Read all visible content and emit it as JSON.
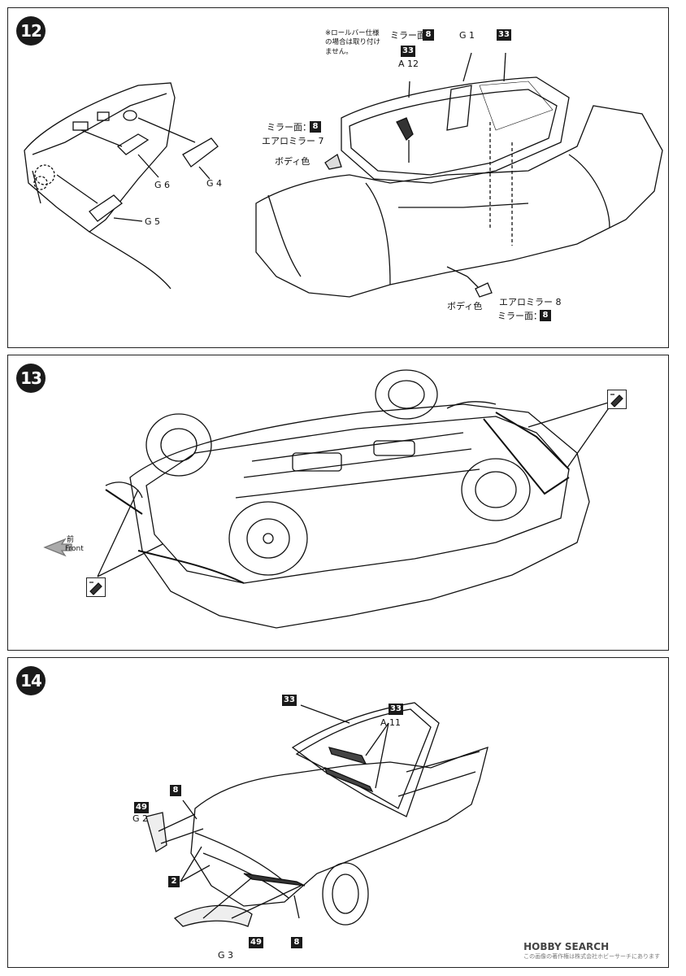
{
  "step12": {
    "number": "12",
    "note": "※ロールバー仕様\nの場合は取り付け\nません。",
    "mirror_face_label": "ミラー面",
    "code_8": "8",
    "code_33": "33",
    "g1": "G 1",
    "a12": "A 12",
    "mirror_face_colon": "ミラー面：",
    "aero_mirror_7": "エアロミラー 7",
    "body_color": "ボディ色",
    "g6": "G 6",
    "g4": "G 4",
    "g5": "G 5",
    "aero_mirror_8": "エアロミラー 8",
    "body_color_2": "ボディ色",
    "mirror_face_colon_2": "ミラー面："
  },
  "step13": {
    "number": "13",
    "front_jp": "前",
    "front_en": "Front"
  },
  "step14": {
    "number": "14",
    "code_33a": "33",
    "code_33b": "33",
    "a11": "A 11",
    "code_8a": "8",
    "code_49a": "49",
    "g2": "G 2",
    "code_2": "2",
    "code_49b": "49",
    "code_8b": "8",
    "g3": "G 3"
  },
  "watermark": {
    "brand": "HOBBY SEARCH",
    "sub": "この画像の著作権は株式会社ホビーサーチにあります"
  }
}
